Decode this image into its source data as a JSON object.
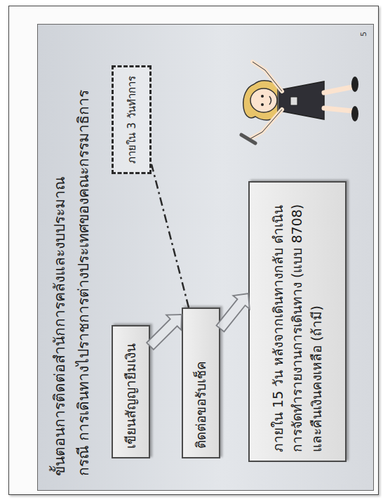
{
  "diagram": {
    "title": "ขั้นตอนการติดต่อสำนักการคลังและงบประมาณ",
    "nodes": [
      {
        "text": [
          "เขียนสัญญายืมเงิน"
        ]
      },
      {
        "text": [
          "ติดต่อขอรับเช็ค"
        ]
      },
      {
        "text": [
          "ภายใน 15 วัน หลังจากเดินทางกลับ ดำเนินการจัดทำรายงานการเดินทาง (แบบ 8708) และคืนเงินคงเหลือ (ถ้ามี)"
        ]
      },
      {
        "text": [
          "ภายใน 3 วันทำการ"
        ]
      }
    ],
    "edges": [
      {
        "from": 0,
        "to": 1,
        "arrow": "to"
      },
      {
        "from": 1,
        "to": 2,
        "arrow": "to"
      },
      {
        "from": 1,
        "to": 3,
        "arrow": "none"
      }
    ],
    "labels": [
      "กรณี การเดินทางไปราชการต่างประเทศของคณะกรรมาธิการ",
      "5"
    ]
  }
}
